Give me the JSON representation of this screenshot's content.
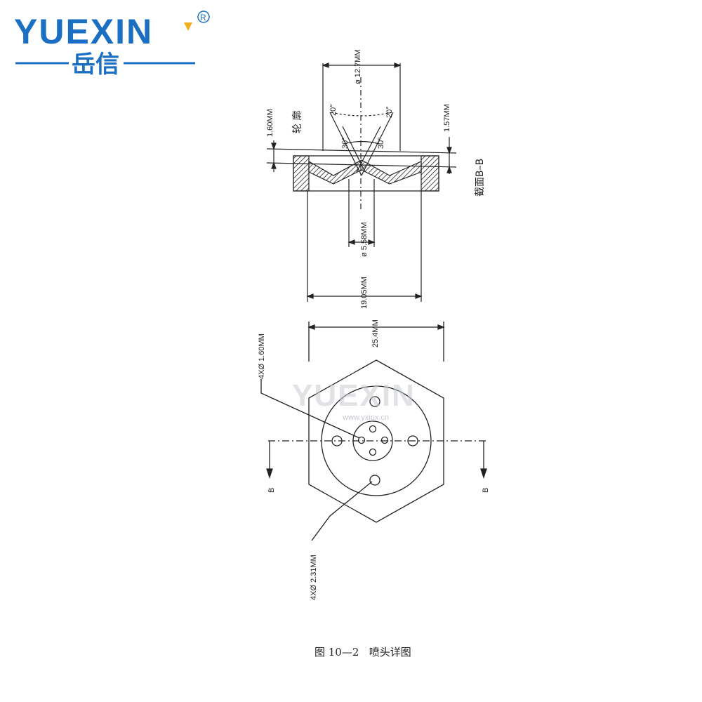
{
  "logo": {
    "brand": "YUEXIN",
    "registered": "R",
    "chinese": "岳信",
    "brand_color": "#1a6fc2",
    "accent_color": "#f0b020"
  },
  "watermark": {
    "brand": "YUEXIN",
    "url": "www.yxipx.cn"
  },
  "section_view": {
    "dim_outlet_diameter": "ø 12.7MM",
    "angle_left_outer": "20°",
    "angle_right_outer": "20°",
    "angle_left_inner": "30°",
    "angle_right_inner": "30°",
    "label_profile": "轮 廓",
    "dim_left_thickness": "1.60MM",
    "dim_right_thickness": "1.57MM",
    "label_section": "截面B–B",
    "dim_inner_diameter": "ø 5.58MM",
    "dim_body_width": "19.05MM"
  },
  "plan_view": {
    "dim_hex_width": "25.4MM",
    "dim_small_holes": "4XØ 1.60MM",
    "dim_large_holes": "4XØ 2.31MM",
    "section_marker_left": "B",
    "section_marker_right": "B"
  },
  "caption": "图 10—2   喷头详图"
}
